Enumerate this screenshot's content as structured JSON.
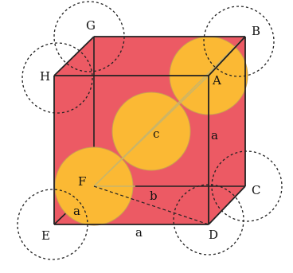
{
  "diagram": {
    "colors": {
      "cube_face": "#ec5a64",
      "cube_edge": "#222222",
      "sphere_fill": "#fbb934",
      "sphere_stroke": "#caa250",
      "dashed_circle": "#222222",
      "diagonal": "#c9b56a"
    },
    "corner_labels": {
      "A": "A",
      "B": "B",
      "C": "C",
      "D": "D",
      "E": "E",
      "F": "F",
      "G": "G",
      "H": "H"
    },
    "edge_labels": {
      "right_edge": "a",
      "bottom_edge": "a",
      "near_corner": "a",
      "face_diagonal": "b",
      "body_diagonal": "c"
    }
  }
}
